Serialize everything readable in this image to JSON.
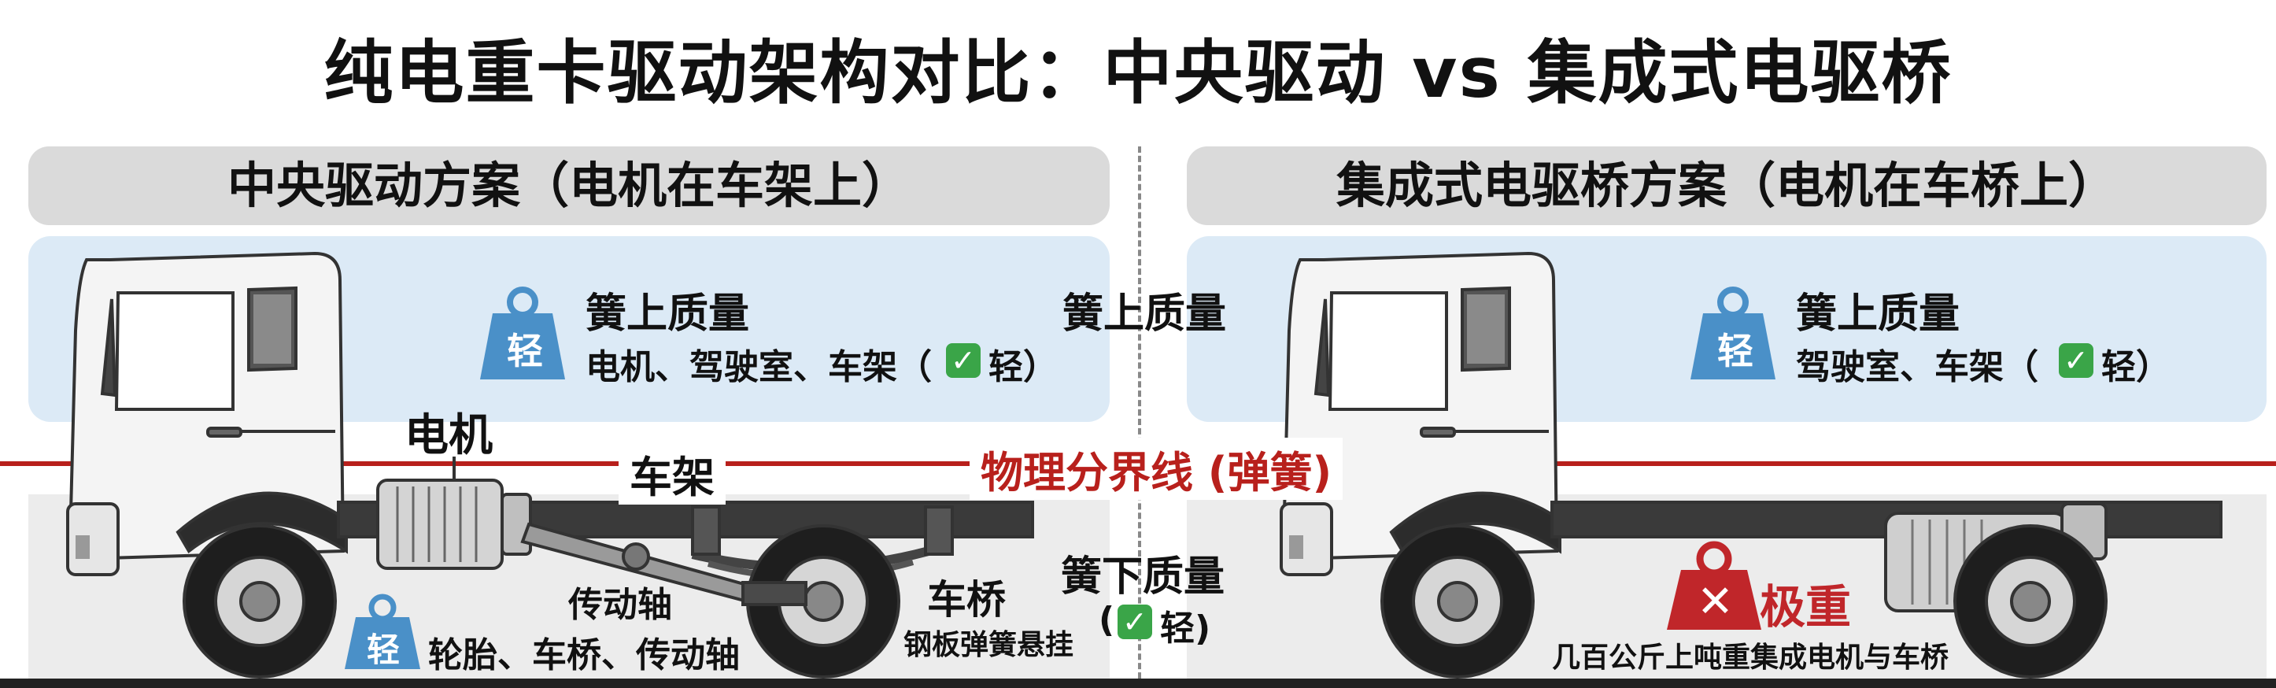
{
  "title": "纯电重卡驱动架构对比：中央驱动 vs 集成式电驱桥",
  "left": {
    "header": "中央驱动方案（电机在车架上）",
    "sprung_title": "簧上质量",
    "sprung_items": "电机、驾驶室、车架（",
    "sprung_check": "✓",
    "sprung_weight": "轻）",
    "badge": "轻",
    "motor_label": "电机",
    "frame_label": "车架",
    "shaft_label": "传动轴",
    "axle_label": "车桥",
    "suspension_label": "钢板弹簧悬挂",
    "lower_items": "轮胎、车桥、传动轴"
  },
  "center": {
    "sprung": "簧上质量",
    "boundary": "物理分界线 (弹簧)",
    "unsprung": "簧下质量",
    "unsprung_check": "✓",
    "unsprung_weight": "轻)",
    "unsprung_open": "("
  },
  "right": {
    "header": "集成式电驱桥方案（电机在车桥上）",
    "sprung_title": "簧上质量",
    "sprung_items": "驾驶室、车架（",
    "sprung_check": "✓",
    "sprung_weight": "轻）",
    "badge": "轻",
    "heavy_badge": "✕",
    "heavy_label": "极重",
    "heavy_desc": "几百公斤上吨重集成电机与车桥"
  },
  "colors": {
    "red_line": "#b8201c",
    "check_green": "#3aa548",
    "badge_blue": "#4a90c8",
    "heavy_red": "#c0262a"
  }
}
